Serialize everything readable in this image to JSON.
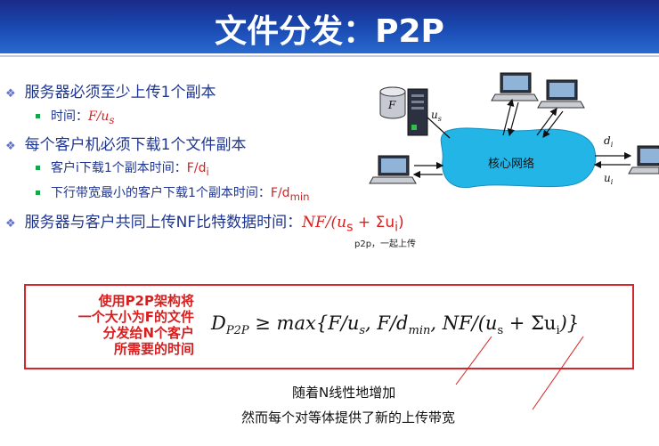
{
  "title": "文件分发：P2P",
  "bullets": [
    {
      "text": "服务器必须至少上传1个副本",
      "sub": [
        {
          "label": "时间：",
          "formula": "F/u",
          "sub": "s"
        }
      ]
    },
    {
      "text": "每个客户机必须下载1个文件副本",
      "sub": [
        {
          "label": "客户i下载1个副本时间：",
          "formula": "F/d",
          "sub": "i"
        },
        {
          "label": "下行带宽最小的客户下载1个副本时间：",
          "formula": "F/d",
          "sub": "min"
        }
      ]
    },
    {
      "text": "服务器与客户共同上传NF比特数据时间：",
      "formula": "NF/(u",
      "sub1": "s",
      "mid": " + Σu",
      "sub2": "i",
      "end": ")"
    }
  ],
  "note": "p2p，一起上传",
  "network": {
    "label": "核心网络",
    "server_file": "F",
    "us_label": "u",
    "us_sub": "s",
    "di_label": "d",
    "di_sub": "i",
    "ui_label": "u",
    "ui_sub": "i"
  },
  "box": {
    "caption": [
      "使用P2P架构将",
      "一个大小为F的文件",
      "分发给N个客户",
      "所需要的时间"
    ],
    "formula": {
      "d": "D",
      "d_sub": "P2P",
      "op": " ≥ max{F/u",
      "s": "s",
      "comma": ", F/d",
      "min": "min",
      "nf": ", NF/(u",
      "s2": "s",
      "sum": " + Σu",
      "i": "i",
      "end": ")}"
    }
  },
  "footnotes": [
    "随着N线性地增加",
    "然而每个对等体提供了新的上传带宽"
  ],
  "colors": {
    "title_bg": "#1a4bb3",
    "text_blue": "#1f3690",
    "red": "#d81f1f",
    "cloud": "#22b5e6"
  }
}
